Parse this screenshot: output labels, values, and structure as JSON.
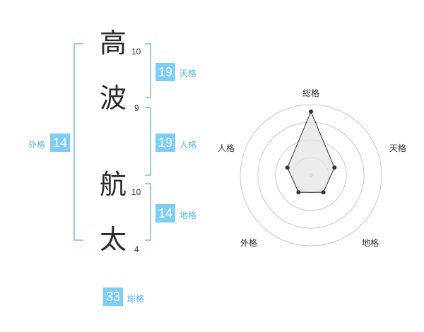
{
  "name": {
    "characters": [
      {
        "char": "高",
        "strokes": "10"
      },
      {
        "char": "波",
        "strokes": "9"
      },
      {
        "char": "航",
        "strokes": "10"
      },
      {
        "char": "太",
        "strokes": "4"
      }
    ]
  },
  "fortunes": {
    "tenkaku": {
      "value": "19",
      "label": "天格"
    },
    "jinkaku": {
      "value": "19",
      "label": "人格"
    },
    "chikaku": {
      "value": "14",
      "label": "地格"
    },
    "gaikaku": {
      "value": "14",
      "label": "外格"
    },
    "soukaku": {
      "value": "33",
      "label": "総格"
    }
  },
  "colors": {
    "accent": "#7ecdf4",
    "accent_text": "#56b7ea",
    "bracket": "#8fd0f2",
    "ring": "#c8c8c8",
    "polygon_stroke": "#333333",
    "polygon_fill": "#e4e4e4"
  },
  "radar": {
    "axes": [
      "総格",
      "天格",
      "地格",
      "外格",
      "人格"
    ],
    "values": [
      0.9,
      0.35,
      0.3,
      0.3,
      0.35
    ],
    "rings": 4
  }
}
